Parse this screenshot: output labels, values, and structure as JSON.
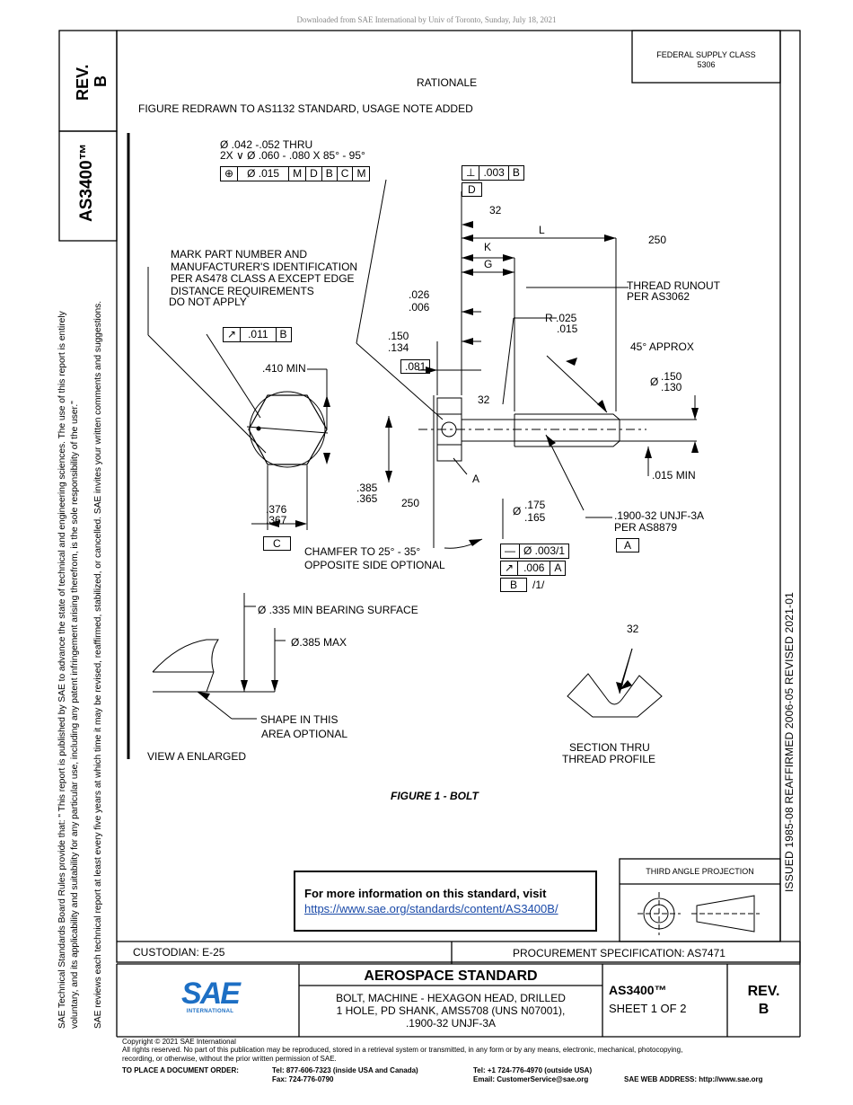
{
  "download_note": "Downloaded from SAE International by Univ of Toronto, Sunday, July 18, 2021",
  "left_margin": {
    "rev_label": "REV.",
    "rev_value": "B",
    "doc_number": "AS3400™",
    "disclaimer_1": "SAE Technical Standards Board Rules provide that: \"  This report is published by SAE to advance the state of technical and engineering sciences. The use of this report is entirely",
    "disclaimer_2": "voluntary, and its applicability and suitability for any particular use, including any patent infringement arising therefrom, is the sole responsibility of the user.\"",
    "disclaimer_3": "SAE reviews each technical report at least every five years at which time it may be revised, reaffirmed, stabilized, or cancelled. SAE invites your written comments and suggestions."
  },
  "right_margin": {
    "supply_class_label": "FEDERAL SUPPLY CLASS",
    "supply_class_value": "5306",
    "history": "ISSUED 1985-08     REAFFIRMED 2006-05     REVISED 2021-01"
  },
  "header": {
    "rationale_title": "RATIONALE",
    "rationale_text": "FIGURE REDRAWN TO AS1132 STANDARD, USAGE NOTE ADDED"
  },
  "drawing": {
    "hole_line1": "Ø .042 -.052 THRU",
    "hole_line2": "2X ∨ Ø .060 - .080 X 85° - 95°",
    "fcf_position": [
      "⊕",
      "Ø .015",
      "M",
      "D",
      "B",
      "C",
      "M"
    ],
    "fcf_perp": [
      "⊥",
      ".003",
      "B"
    ],
    "datum_d": "D",
    "finish_32_top": "32",
    "dim_L": "L",
    "dim_K": "K",
    "dim_G": "G",
    "finish_250_top": "250",
    "mark_note": [
      "MARK PART NUMBER AND",
      "MANUFACTURER'S IDENTIFICATION",
      "PER AS478 CLASS A EXCEPT EDGE",
      "DISTANCE REQUIREMENTS",
      "DO NOT APPLY"
    ],
    "thread_runout": [
      "THREAD RUNOUT",
      "PER AS3062"
    ],
    "dim_026": ".026",
    "dim_006": ".006",
    "radius_r": "R .025",
    "radius_r2": ".015",
    "fcf_runout_head": [
      "↗",
      ".011",
      "B"
    ],
    "dim_150": ".150",
    "dim_134": ".134",
    "angle_45": "45° APPROX",
    "dim_081": ".081",
    "across_flats": ".410 MIN",
    "finish_32_mid": "32",
    "thread_dia_sym": "Ø",
    "thread_dia_1": ".150",
    "thread_dia_2": ".130",
    "min_015": ".015 MIN",
    "datum_A": "A",
    "dim_385": ".385",
    "dim_365": ".365",
    "finish_250_mid": "250",
    "shank_dia_sym": "Ø",
    "shank_1": ".175",
    "shank_2": ".165",
    "thread_spec": [
      ".1900-32 UNJF-3A",
      "PER AS8879"
    ],
    "datum_A_box": "A",
    "dim_376": ".376",
    "dim_367": ".367",
    "datum_C": "C",
    "chamfer_note": [
      "CHAMFER TO 25° - 35°",
      "OPPOSITE SIDE OPTIONAL"
    ],
    "fcf_straight": [
      "—",
      "Ø .003/1"
    ],
    "fcf_runout_shank": [
      "↗",
      ".006",
      "A"
    ],
    "datum_B": "B",
    "datum_B_note": "/1/",
    "bearing": "Ø .335 MIN BEARING SURFACE",
    "max385": "Ø.385 MAX",
    "shape_note": [
      "SHAPE IN THIS",
      "AREA OPTIONAL"
    ],
    "view_a": "VIEW A ENLARGED",
    "finish_32_thread": "32",
    "section_label": [
      "SECTION THRU",
      "THREAD PROFILE"
    ],
    "figure_caption": "FIGURE 1 - BOLT"
  },
  "info_box": {
    "text": "For more information on this standard, visit",
    "link": "https://www.sae.org/standards/content/AS3400B/"
  },
  "projection_label": "THIRD ANGLE PROJECTION",
  "title_block": {
    "custodian": "CUSTODIAN: E-25",
    "procurement": "PROCUREMENT SPECIFICATION: AS7471",
    "logo_text": "SAE",
    "logo_sub": "INTERNATIONAL",
    "standard_title": "AEROSPACE STANDARD",
    "desc_1": "BOLT, MACHINE - HEXAGON HEAD, DRILLED",
    "desc_2": "1 HOLE, PD SHANK, AMS5708 (UNS N07001),",
    "desc_3": ".1900-32 UNJF-3A",
    "doc_number": "AS3400™",
    "sheet": "SHEET 1 OF 2",
    "rev_label": "REV.",
    "rev_value": "B"
  },
  "footer": {
    "copyright": "Copyright © 2021 SAE International",
    "rights_1": "All rights reserved. No part of this publication may be reproduced, stored in a retrieval system or transmitted, in any form or by any means, electronic, mechanical, photocopying,",
    "rights_2": "recording, or otherwise, without the prior written permission of SAE.",
    "order_label": "TO PLACE A DOCUMENT ORDER:",
    "tel_us": "Tel:  877-606-7323 (inside USA and Canada)",
    "fax": "Fax:  724-776-0790",
    "tel_int": "Tel:  +1 724-776-4970 (outside USA)",
    "email": "Email:  CustomerService@sae.org",
    "web": "SAE WEB ADDRESS:  http://www.sae.org"
  }
}
